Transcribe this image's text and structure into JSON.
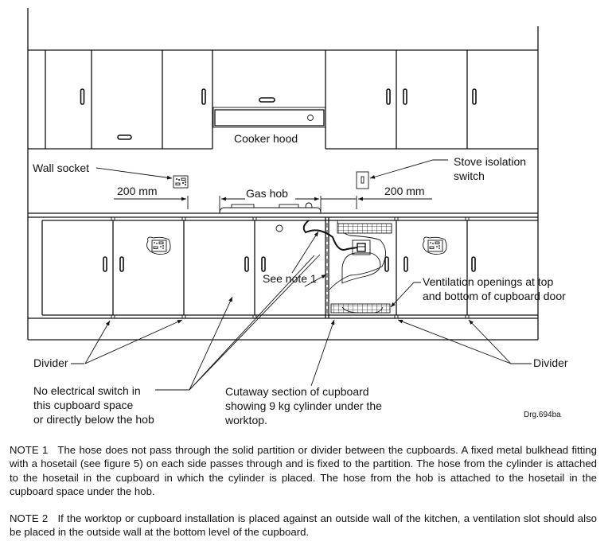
{
  "figure": {
    "drawing_ref": "Drg.694ba",
    "labels": {
      "cooker_hood": "Cooker hood",
      "wall_socket": "Wall socket",
      "stove_switch_line1": "Stove isolation",
      "stove_switch_line2": "switch",
      "dim_left": "200 mm",
      "dim_right": "200 mm",
      "gas_hob": "Gas hob",
      "see_note": "See note 1",
      "ventilation_line1": "Ventilation openings at top",
      "ventilation_line2": "and bottom of cupboard door",
      "divider_left": "Divider",
      "divider_right": "Divider",
      "no_switch_line1": "No electrical switch in",
      "no_switch_line2": "this cupboard space",
      "no_switch_line3": "or directly below the hob",
      "cutaway_line1": "Cutaway section of cupboard",
      "cutaway_line2": "showing 9 kg cylinder under the",
      "cutaway_line3": "worktop."
    },
    "icons": [
      "wall-socket-icon",
      "stove-switch-icon",
      "gas-cylinder-icon",
      "ventilation-grille-icon",
      "hose-icon",
      "gas-hob-icon"
    ]
  },
  "notes": [
    {
      "label": "NOTE 1",
      "text": "The hose does not pass through the solid partition or divider between the cupboards. A fixed metal bulkhead fitting with a hosetail (see figure 5) on each side passes through and is fixed to the partition. The hose from the cylinder is attached to the hosetail in the cupboard in which the cylinder is placed. The hose from the hob is attached to the hosetail in the cupboard space under the hob."
    },
    {
      "label": "NOTE 2",
      "text": "If the worktop or cupboard installation is placed against an outside wall of the kitchen, a ventilation slot should also be placed in the outside wall at the bottom level of the cupboard."
    }
  ]
}
